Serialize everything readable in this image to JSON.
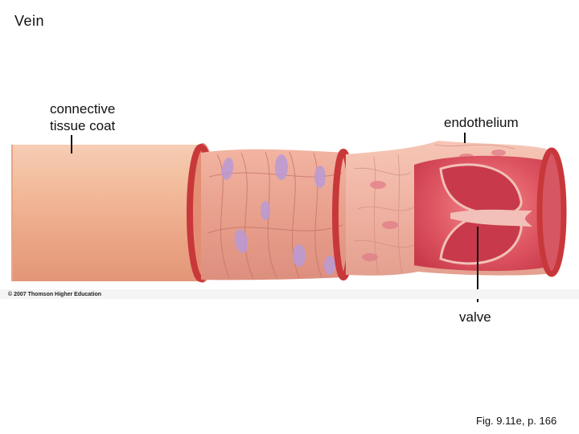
{
  "title": "Vein",
  "labels": {
    "connective_tissue_line1": "connective",
    "connective_tissue_line2": "tissue coat",
    "endothelium": "endothelium",
    "valve": "valve"
  },
  "credit": "© 2007 Thomson Higher Education",
  "figure_ref": "Fig. 9.11e, p. 166",
  "colors": {
    "outer_coat": "#efb393",
    "muscle_layer": "#e8a08c",
    "inner_layer": "#f1b7a8",
    "lumen": "#d64a5c",
    "ring": "#c8383a",
    "nucleus": "#b99ad6"
  }
}
